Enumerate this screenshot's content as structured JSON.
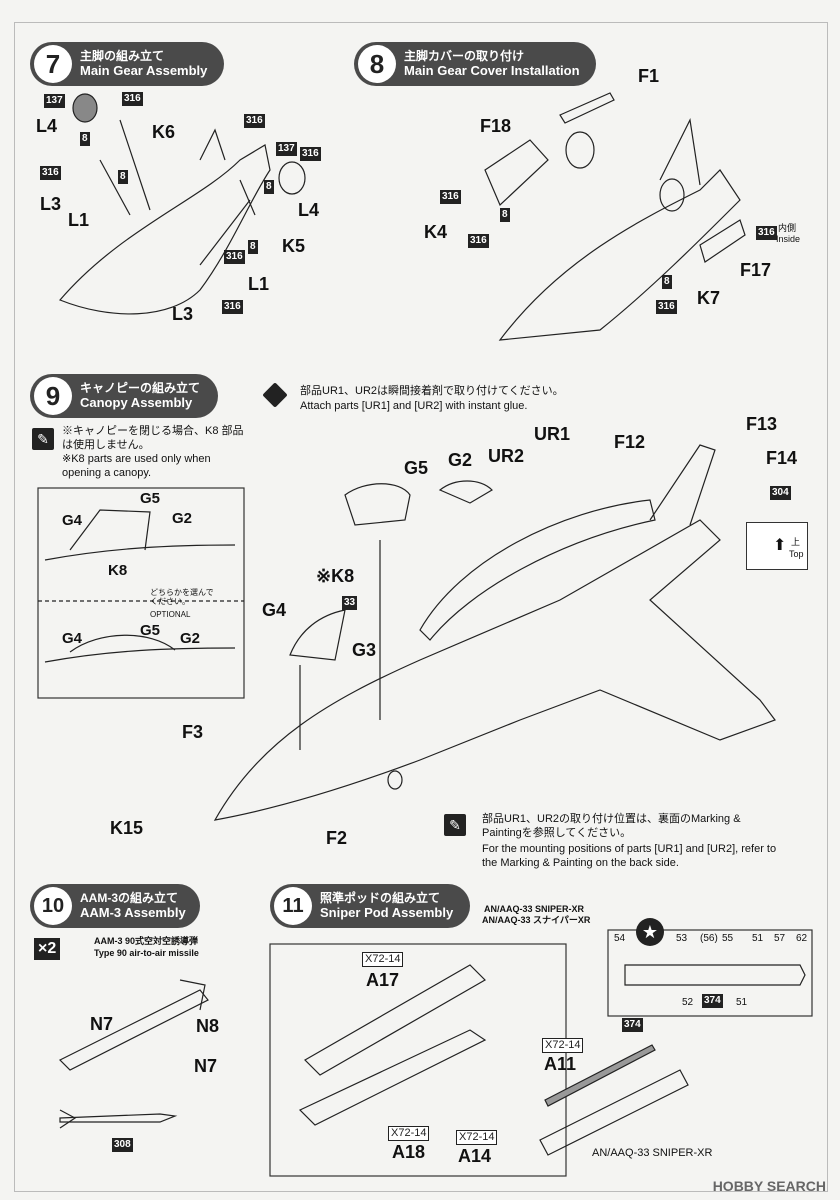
{
  "steps": [
    {
      "number": "7",
      "jp": "主脚の組み立て",
      "en": "Main Gear Assembly"
    },
    {
      "number": "8",
      "jp": "主脚カバーの取り付け",
      "en": "Main Gear Cover Installation"
    },
    {
      "number": "9",
      "jp": "キャノピーの組み立て",
      "en": "Canopy Assembly"
    },
    {
      "number": "10",
      "jp": "AAM-3の組み立て",
      "en": "AAM-3 Assembly"
    },
    {
      "number": "11",
      "jp": "照準ポッドの組み立て",
      "en": "Sniper Pod Assembly"
    }
  ],
  "step7": {
    "parts": [
      "L4",
      "K6",
      "L3",
      "L1",
      "L4",
      "K5",
      "L1",
      "L3"
    ],
    "colors": [
      "137",
      "316",
      "8",
      "8",
      "316",
      "316",
      "137",
      "316",
      "8",
      "8",
      "316",
      "316"
    ]
  },
  "step8": {
    "parts": [
      "F1",
      "F18",
      "K4",
      "F17",
      "K7"
    ],
    "colors": [
      "316",
      "8",
      "316",
      "316",
      "8",
      "316"
    ],
    "inside_jp": "内側",
    "inside_en": "Inside"
  },
  "step9": {
    "note_jp": "※キャノピーを閉じる場合、K8 部品は使用しません。",
    "note_en": "※K8 parts are used only when opening a canopy.",
    "glue_jp": "部品UR1、UR2は瞬間接着剤で取り付けてください。",
    "glue_en": "Attach parts [UR1] and [UR2] with instant glue.",
    "optional_jp": "どちらかを選んでください。",
    "optional_en": "OPTIONAL",
    "inset_parts_top": [
      "G5",
      "G4",
      "G2",
      "K8"
    ],
    "inset_parts_bottom": [
      "G4",
      "G5",
      "G2"
    ],
    "parts": [
      "G5",
      "G2",
      "UR2",
      "UR1",
      "F12",
      "F13",
      "F14",
      "※K8",
      "G4",
      "G3",
      "F3",
      "K15",
      "F2"
    ],
    "colors": [
      "304",
      "33"
    ],
    "top_jp": "上",
    "top_en": "Top",
    "position_jp": "部品UR1、UR2の取り付け位置は、裏面のMarking & Paintingを参照してください。",
    "position_en": "For the mounting positions of parts [UR1] and [UR2], refer to the Marking & Painting on the back side."
  },
  "step10": {
    "qty": "×2",
    "label_jp": "AAM-3 90式空対空誘導弾",
    "label_en": "Type 90 air-to-air missile",
    "parts": [
      "N7",
      "N8",
      "N7"
    ],
    "color": "308"
  },
  "step11": {
    "pod_en": "AN/AAQ-33 SNIPER-XR",
    "pod_jp": "AN/AAQ-33 スナイパーXR",
    "parts": [
      "X72-14",
      "A17",
      "X72-14",
      "A18",
      "X72-14",
      "A14",
      "X72-14",
      "A11"
    ],
    "decal_numbers": [
      "54",
      "53",
      "(56)",
      "55",
      "51",
      "57",
      "62",
      "52",
      "374",
      "51"
    ],
    "color": "374",
    "final_label": "AN/AAQ-33 SNIPER-XR"
  },
  "watermark": "HOBBY SEARCH"
}
